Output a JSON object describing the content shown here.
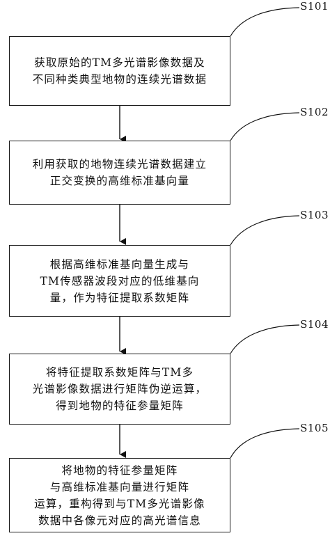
{
  "steps": [
    {
      "label": "S101",
      "lines": [
        "获取原始的TM多光谱影像数据及",
        "不同种类典型地物的连续光谱数据"
      ]
    },
    {
      "label": "S102",
      "lines": [
        "利用获取的地物连续光谱数据建立",
        "正交变换的高维标准基向量"
      ]
    },
    {
      "label": "S103",
      "lines": [
        "根据高维标准基向量生成与",
        "TM传感器波段对应的低维基向",
        "量，作为特征提取系数矩阵"
      ]
    },
    {
      "label": "S104",
      "lines": [
        "将特征提取系数矩阵与TM多",
        "光谱影像数据进行矩阵伪逆运算，",
        "得到地物的特征参量矩阵"
      ]
    },
    {
      "label": "S105",
      "lines": [
        "将地物的特征参量矩阵",
        "与高维标准基向量进行矩阵",
        "运算，重构得到与TM多光谱影像",
        "数据中各像元对应的高光谱信息"
      ]
    }
  ]
}
